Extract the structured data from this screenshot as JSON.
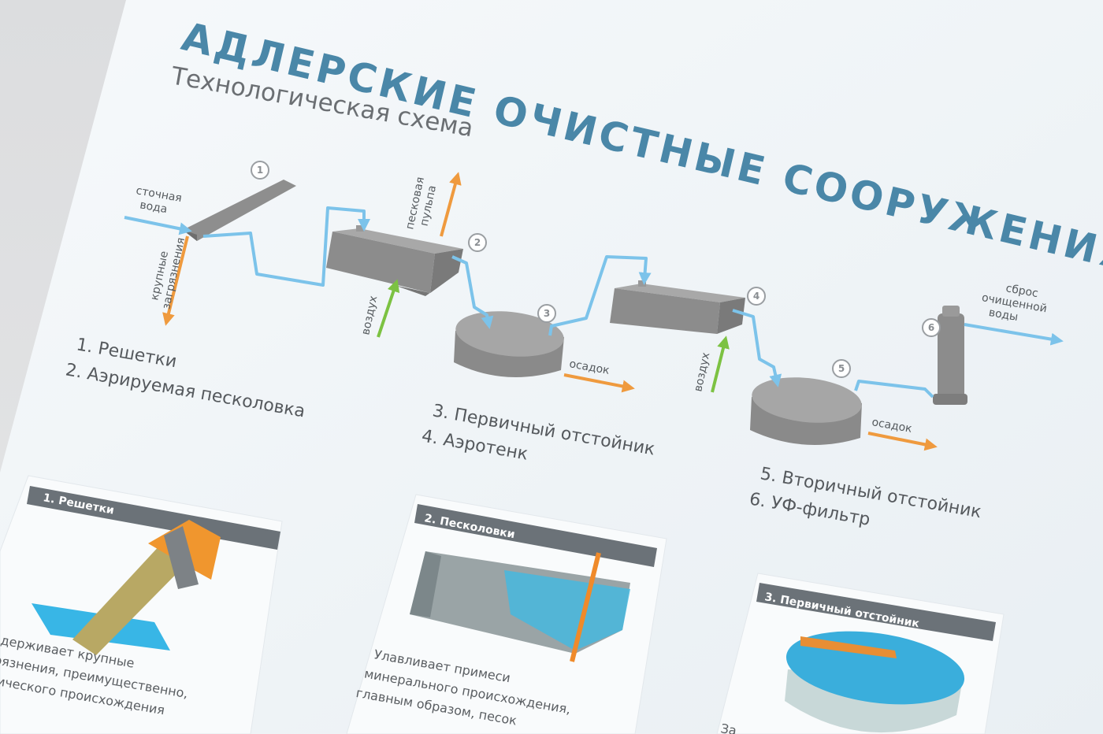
{
  "title": "АДЛЕРСКИЕ ОЧИСТНЫЕ СООРУЖЕНИЯ",
  "subtitle": "Технологическая схема",
  "flow_labels": {
    "wastewater": [
      "сточная",
      "вода"
    ],
    "coarse": [
      "крупные",
      "загрязнения"
    ],
    "sand_pulp": [
      "песковая",
      "пульпа"
    ],
    "air1": "воздух",
    "air2": "воздух",
    "sludge1": "осадок",
    "sludge2": "осадок",
    "discharge": [
      "сброс",
      "очищенной",
      "воды"
    ]
  },
  "markers": [
    "1",
    "2",
    "3",
    "4",
    "5",
    "6"
  ],
  "legend": {
    "col1": [
      "1. Решетки",
      "2. Аэрируемая песколовка"
    ],
    "col2": [
      "3. Первичный отстойник",
      "4. Аэротенк"
    ],
    "col3": [
      "5. Вторичный отстойник",
      "6. УФ-фильтр"
    ]
  },
  "cards": [
    {
      "header": "1. Решетки",
      "text": [
        "держивает крупные",
        "рязнения, преимущественно,",
        "нического происхождения"
      ]
    },
    {
      "header": "2. Песколовки",
      "text": [
        "Улавливает примеси",
        "минерального происхождения,",
        "главным образом, песок"
      ]
    },
    {
      "header": "3. Первичный отстойник",
      "text": [
        "За"
      ]
    }
  ],
  "colors": {
    "water": "#7cc3ea",
    "waste_out": "#ef9a3e",
    "air": "#7cc242",
    "equipment": "#8e8e8e",
    "title": "#4a87a8",
    "card_header": "#6b7278"
  }
}
